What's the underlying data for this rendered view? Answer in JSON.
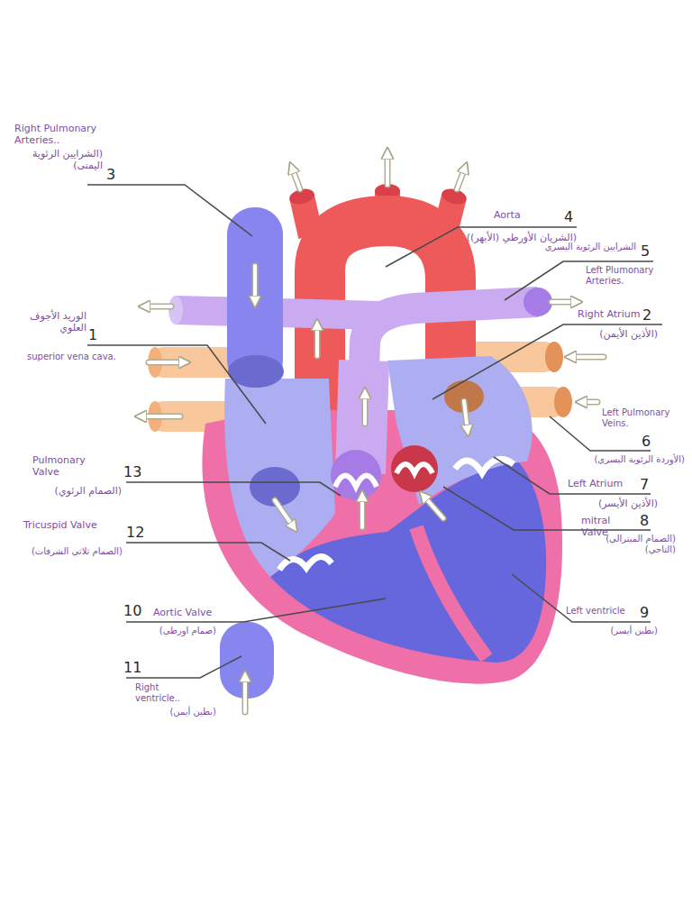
{
  "diagram": {
    "labels": [
      "Right Pulmonary Arteries..",
      "(الشرايين الرئوية اليمنى)",
      "3",
      "Aorta",
      "(الشريان الأورطي (الأبهر))",
      "4",
      "الشرايين الرئوية اليسرى",
      "5",
      "Left Plumonary Arteries.",
      "Right Atrium",
      "(الأذين الأيمن)",
      "2",
      "Left Pulmonary Veins.",
      "(الأوردة الرئوية اليسرى)",
      "6",
      "Left Atrium",
      "(الأذين الأيسر)",
      "7",
      "mitral Valve",
      "(الصمام الميترالي) (التاجي)",
      "8",
      "Left ventricle",
      "(بطين أيسر)",
      "9",
      "الوريد الأجوف العلوي",
      "1",
      "superior vena cava.",
      "Pulmonary Valve",
      "(الصمام الرئوي)",
      "13",
      "Tricuspid Valve",
      "(الصمام ثلاثي الشرفات)",
      "12",
      "10",
      "Aortic Valve",
      "(صمام اورطي)",
      "11",
      "Right ventricle..",
      "(بطين أيمن)"
    ]
  }
}
